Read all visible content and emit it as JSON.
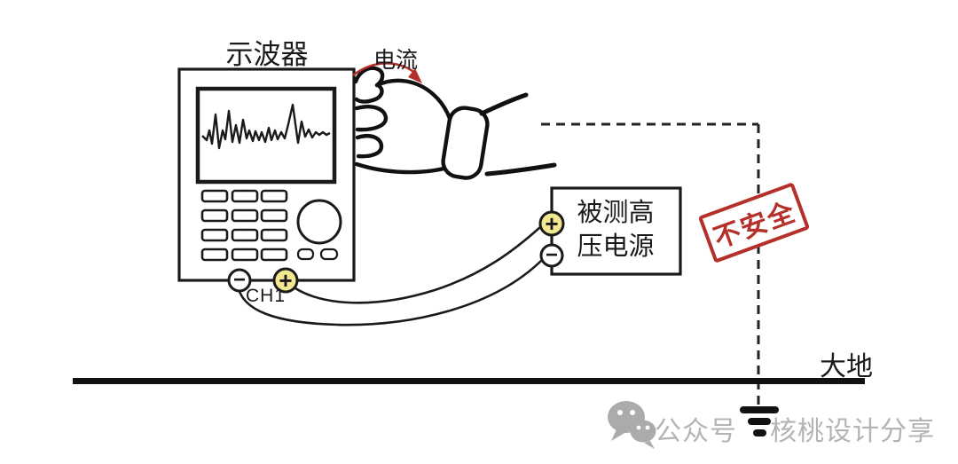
{
  "oscilloscope": {
    "label": "示波器",
    "channel_label": "CH1",
    "plus_symbol": "+",
    "minus_symbol": "−"
  },
  "current_arrow": {
    "label": "电流"
  },
  "power_supply": {
    "label_line1": "被测高",
    "label_line2": "压电源",
    "plus_symbol": "+",
    "minus_symbol": "−"
  },
  "stamp": {
    "text": "不安全"
  },
  "ground": {
    "label": "大地"
  },
  "watermark": {
    "account_type": "公众号",
    "account_name": "核桃设计分享"
  },
  "colors": {
    "line": "#1a1a1a",
    "accent_red": "#b5302b",
    "terminal_yellow": "#f2e88f",
    "watermark_gray": "#b4b4b4"
  },
  "icons": {
    "wechat": "wechat-icon",
    "ground_symbol": "ground-symbol-icon",
    "current_arrow": "current-arrow-icon",
    "hand": "hand-touch-illustration"
  }
}
